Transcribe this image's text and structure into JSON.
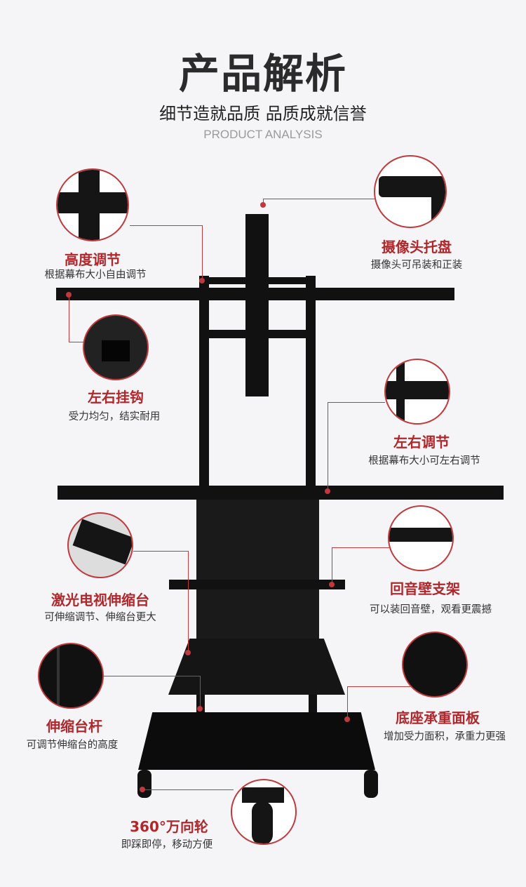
{
  "header": {
    "title": "产品解析",
    "subtitle": "细节造就品质 品质成就信誉",
    "english": "PRODUCT ANALYSIS"
  },
  "features": [
    {
      "title": "高度调节",
      "desc": "根据幕布大小自由调节"
    },
    {
      "title": "摄像头托盘",
      "desc": "摄像头可吊装和正装"
    },
    {
      "title": "左右挂钩",
      "desc": "受力均匀，结实耐用"
    },
    {
      "title": "左右调节",
      "desc": "根据幕布大小可左右调节"
    },
    {
      "title": "激光电视伸缩台",
      "desc": "可伸缩调节、伸缩台更大"
    },
    {
      "title": "回音壁支架",
      "desc": "可以装回音壁，观看更震撼"
    },
    {
      "title": "伸缩台杆",
      "desc": "可调节伸缩台的高度"
    },
    {
      "title": "底座承重面板",
      "desc": "增加受力面积，承重力更强"
    },
    {
      "title": "360°万向轮",
      "desc": "即踩即停，移动方便"
    }
  ],
  "colors": {
    "accent": "#b0282c",
    "background": "#f5f5f7"
  }
}
